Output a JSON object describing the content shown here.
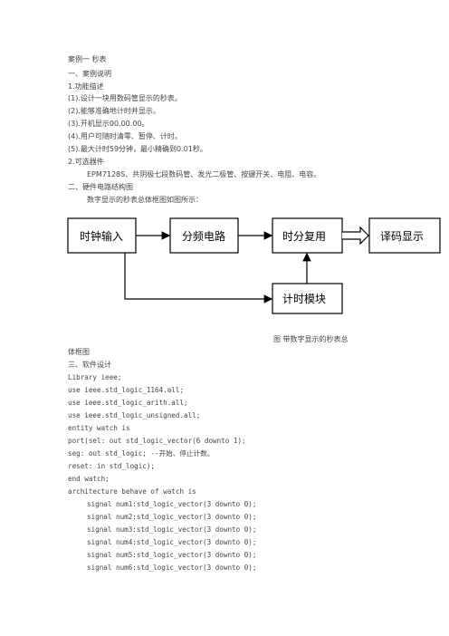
{
  "title": "案例一 秒表",
  "sec1": "一、案例说明",
  "func_head": "1.功能描述",
  "func_items": [
    "(1).设计一块用数码管显示的秒表。",
    "(2).能够准确地计时并显示。",
    "(3).开机显示00.00.00。",
    "(4).用户可随时清零、暂停、计时。",
    "(5).最大计时59分钟，最小精确到0.01秒。"
  ],
  "dev_head": "2.可选器件",
  "dev_text": "EPM7128S、共阴极七段数码管、发光二极管、按键开关、电阻、电容。",
  "sec2": "二、硬件电路结构图",
  "diagram_intro": "数字显示的秒表总体框图如图所示：",
  "diagram": {
    "box1": "时钟输入",
    "box2": "分频电路",
    "box3": "时分复用",
    "box4": "译码显示",
    "box5": "计时模块"
  },
  "caption_line1": "图 带数字显示的秒表总",
  "caption_line2": "体框图",
  "sec3": "三、软件设计",
  "code": [
    "Library ieee;",
    "use ieee.std_logic_1164.all;",
    "use ieee.std_logic_arith.all;",
    "use ieee.std_logic_unsigned.all;",
    "entity watch is",
    "port(sel: out std_logic_vector(6 downto 1);",
    "seg: out std_logic;   --开始、停止计数。",
    "reset: in std_logic);",
    "end watch;",
    "architecture behave of watch is"
  ],
  "code_signals": [
    "signal num1:std_logic_vector(3 downto 0);",
    "signal num2:std_logic_vector(3 downto 0);",
    "signal num3:std_logic_vector(3 downto 0);",
    "signal num4:std_logic_vector(3 downto 0);",
    "signal num5:std_logic_vector(3 downto 0);",
    "signal num6:std_logic_vector(3 downto 0);"
  ]
}
